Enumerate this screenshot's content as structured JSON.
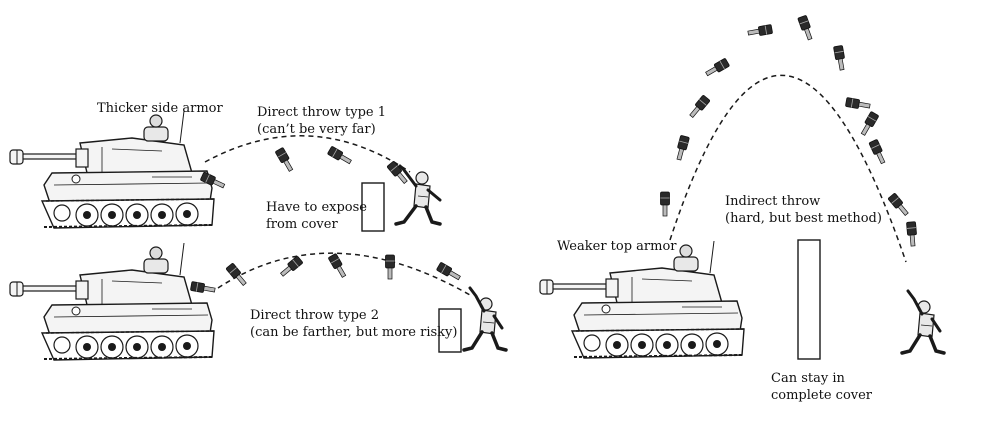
{
  "labels": {
    "thicker_side_armor": "Thicker side armor",
    "direct1_line1": "Direct throw type 1",
    "direct1_line2": "(can’t be very far)",
    "expose_line1": "Have to expose",
    "expose_line2": "from cover",
    "direct2_line1": "Direct throw type 2",
    "direct2_line2": "(can be farther, but more risky)",
    "weaker_top_armor": "Weaker top armor",
    "indirect_line1": "Indirect throw",
    "indirect_line2": "(hard, but best method)",
    "cover_line1": "Can stay in",
    "cover_line2": "complete cover"
  },
  "colors": {
    "ink": "#1a1a1a",
    "tank_body": "#f4f4f4",
    "soldier": "#e8e8e8"
  },
  "icons": [
    "tank-icon",
    "soldier-icon",
    "grenade-icon",
    "cover-wall-icon"
  ]
}
